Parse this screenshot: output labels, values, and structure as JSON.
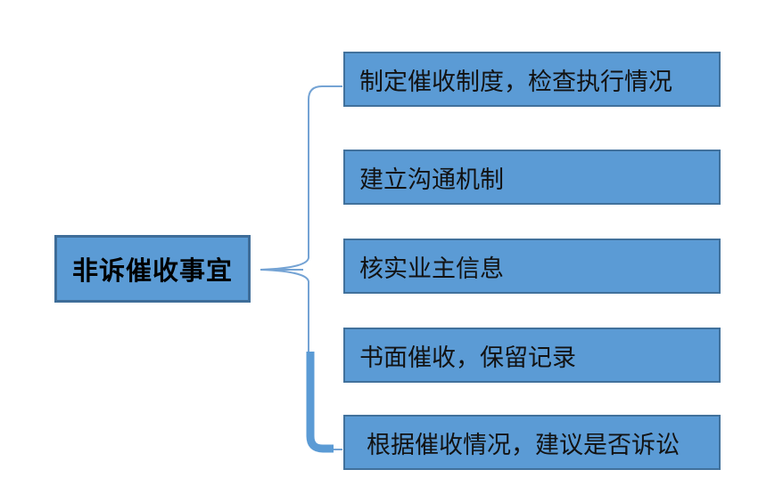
{
  "diagram": {
    "type": "mindmap-branch",
    "root": {
      "label": "非诉催收事宜"
    },
    "children": [
      {
        "label": "制定催收制度，检查执行情况"
      },
      {
        "label": "建立沟通机制"
      },
      {
        "label": "核实业主信息"
      },
      {
        "label": "书面催收，保留记录"
      },
      {
        "label": "根据催收情况，建议是否诉讼"
      }
    ],
    "colors": {
      "node_fill": "#5B9BD5",
      "root_border": "#3E6D99",
      "child_border": "#41719C",
      "connector": "#74A3D4",
      "connector_thick": "#5B9BD5",
      "text": "#000000",
      "background": "#FFFFFF"
    }
  }
}
